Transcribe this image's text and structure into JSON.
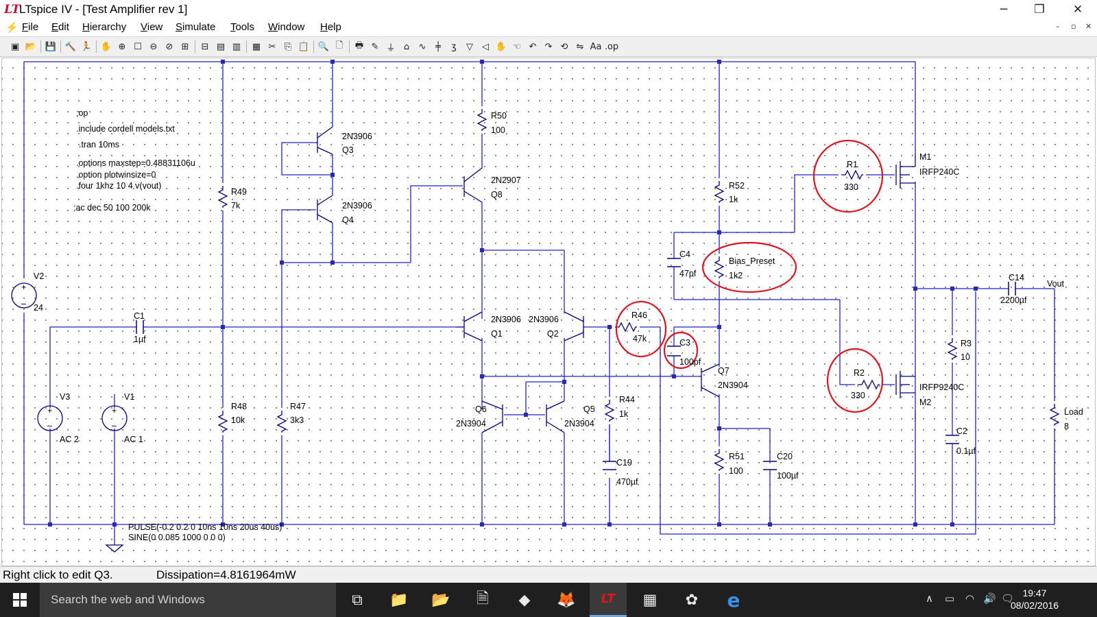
{
  "window": {
    "app_icon": "LT",
    "title": "LTspice IV - [Test Amplifier rev 1]",
    "minimize": "─",
    "maximize": "❐",
    "close": "✕"
  },
  "menu": {
    "items": [
      "File",
      "Edit",
      "Hierarchy",
      "View",
      "Simulate",
      "Tools",
      "Window",
      "Help"
    ],
    "mdi_minimize": "–",
    "mdi_restore": "▫",
    "mdi_close": "✕"
  },
  "toolbar": {
    "icons": [
      "new-schematic-icon",
      "open-icon",
      "save-icon",
      "control-panel-icon",
      "run-icon",
      "halt-icon",
      "zoom-in-icon",
      "pan-icon",
      "zoom-out-icon",
      "zoom-fit-icon",
      "cancel-zoom-icon",
      "autorange-icon",
      "tile-horizontal-icon",
      "tile-vertical-icon",
      "cascade-icon",
      "cut-icon",
      "copy-icon",
      "paste-icon",
      "find-icon",
      "print-setup-icon",
      "print-icon",
      "wire-icon",
      "ground-icon",
      "label-net-icon",
      "resistor-icon",
      "capacitor-icon",
      "inductor-icon",
      "diode-icon",
      "component-icon",
      "move-icon",
      "drag-icon",
      "undo-icon",
      "redo-icon",
      "rotate-icon",
      "mirror-icon",
      "text-icon",
      "spice-directive-icon"
    ],
    "glyphs": [
      "▣",
      "📂",
      "💾",
      "🔨",
      "🏃",
      "✋",
      "⊕",
      "☐",
      "⊖",
      "⊘",
      "⊞",
      "⊟",
      "▤",
      "▥",
      "▦",
      "✂",
      "⎘",
      "📋",
      "🔍",
      "🗋",
      "🖶",
      "✎",
      "⏚",
      "⌂",
      "∿",
      "╪",
      "ʒ",
      "▽",
      "◁",
      "✋",
      "☜",
      "↶",
      "↷",
      "⟲",
      "⇋",
      "Aa",
      ".op"
    ]
  },
  "schematic": {
    "directives": [
      ";op",
      ".include cordell models.txt",
      ".tran 10ms",
      ".options maxstep=0.48831106u",
      ".option plotwinsize=0",
      ".four 1khz 10 4 v(vout)",
      ";ac dec 50 100 200k"
    ],
    "components": {
      "R50": {
        "name": "R50",
        "value": "100"
      },
      "R49": {
        "name": "R49",
        "value": "7k"
      },
      "R48": {
        "name": "R48",
        "value": "10k"
      },
      "R47": {
        "name": "R47",
        "value": "3k3"
      },
      "R52": {
        "name": "R52",
        "value": "1k"
      },
      "Bias": {
        "name": "Bias_Preset",
        "value": "1k2"
      },
      "R1": {
        "name": "R1",
        "value": "330"
      },
      "R2": {
        "name": "R2",
        "value": "330"
      },
      "R46": {
        "name": "R46",
        "value": "47k"
      },
      "R44": {
        "name": "R44",
        "value": "1k"
      },
      "R51": {
        "name": "R51",
        "value": "100"
      },
      "R3": {
        "name": "R3",
        "value": "10"
      },
      "Load": {
        "name": "Load",
        "value": "8"
      },
      "C1": {
        "name": "C1",
        "value": "1µf"
      },
      "C3": {
        "name": "C3",
        "value": "100pf"
      },
      "C4": {
        "name": "C4",
        "value": "47pf"
      },
      "C14": {
        "name": "C14",
        "value": "2200µf"
      },
      "C19": {
        "name": "C19",
        "value": "470µf"
      },
      "C20": {
        "name": "C20",
        "value": "100µf"
      },
      "C2": {
        "name": "C2",
        "value": "0.1µf"
      },
      "Q3": {
        "name": "Q3",
        "model": "2N3906"
      },
      "Q4": {
        "name": "Q4",
        "model": "2N3906"
      },
      "Q8": {
        "name": "Q8",
        "model": "2N2907"
      },
      "Q1": {
        "name": "Q1",
        "model": "2N3906"
      },
      "Q2": {
        "name": "Q2",
        "model": "2N3906"
      },
      "Q6": {
        "name": "Q6",
        "model": "2N3904"
      },
      "Q5": {
        "name": "Q5",
        "model": "2N3904"
      },
      "Q7": {
        "name": "Q7",
        "model": "2N3904"
      },
      "M1": {
        "name": "M1",
        "model": "IRFP240C"
      },
      "M2": {
        "name": "M2",
        "model": "IRFP9240C"
      },
      "V2": {
        "name": "V2",
        "value": "24"
      },
      "V3": {
        "name": "V3",
        "value": "AC 2"
      },
      "V1": {
        "name": "V1",
        "value": "AC 1"
      }
    },
    "net_label_vout": "Vout",
    "source_pulse": "PULSE(-0.2 0.2 0 10ns 10ns 20us 40us)",
    "source_sine": "SINE(0 0.085 1000 0 0 0)"
  },
  "colors": {
    "wire": "#1e22c8",
    "component": "#000080",
    "annotation": "#e0141e",
    "dot": "#2a2ab0"
  },
  "status": {
    "message": "Right click to edit Q3.",
    "dissipation": "Dissipation=4.8161964mW"
  },
  "taskbar": {
    "search_placeholder": "Search the web and Windows",
    "apps": [
      "task-view-icon",
      "file-explorer-icon",
      "folder-icon",
      "document-icon",
      "crystal-icon",
      "fox-icon",
      "ltspice-icon",
      "calculator-icon",
      "paint-icon",
      "edge-icon"
    ],
    "app_glyphs": [
      "⧉",
      "📁",
      "📂",
      "🗎",
      "◆",
      "🦊",
      "LT",
      "▦",
      "✿",
      "e"
    ],
    "tray_glyphs": [
      "∧",
      "▭",
      "◠",
      "🔊",
      "🗨"
    ],
    "time": "19:47",
    "date": "08/02/2016"
  }
}
